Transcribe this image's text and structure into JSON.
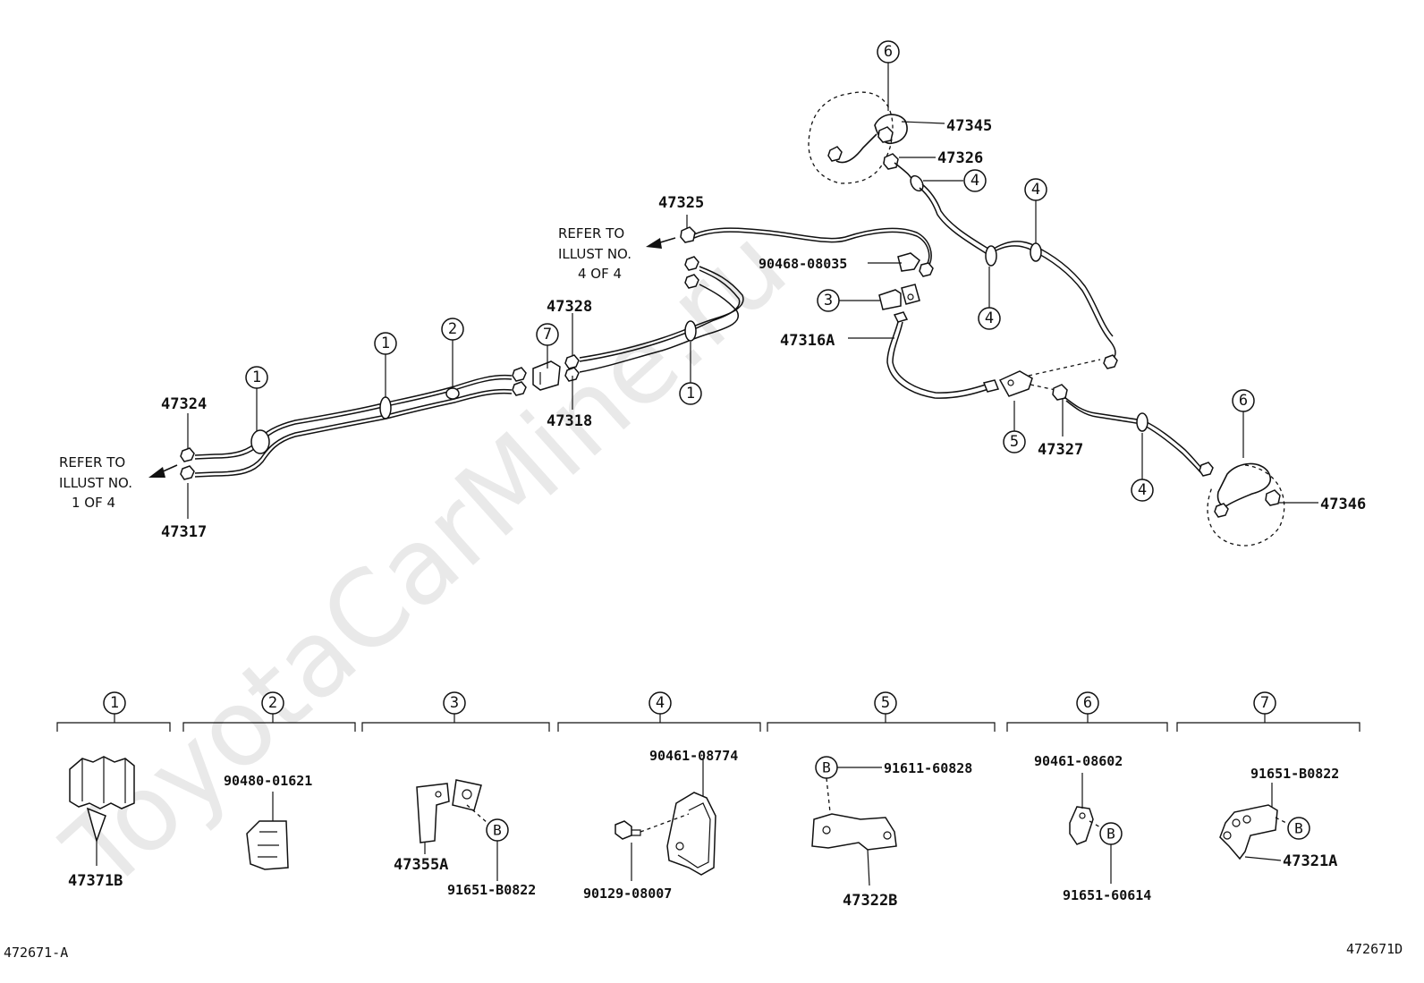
{
  "watermark": "ToyotaCarMine.ru",
  "labels": {
    "p47345": "47345",
    "p47326": "47326",
    "p47325": "47325",
    "p90468_08035": "90468-08035",
    "p47316A": "47316A",
    "p47328": "47328",
    "p47318": "47318",
    "p47324": "47324",
    "p47317": "47317",
    "p47327": "47327",
    "p47346": "47346"
  },
  "refer_notes": {
    "upper": [
      "REFER TO",
      "ILLUST NO.",
      "4  OF  4"
    ],
    "lower": [
      "REFER TO",
      "ILLUST NO.",
      "1  OF  4"
    ]
  },
  "callouts": {
    "c1": "1",
    "c2": "2",
    "c3": "3",
    "c4": "4",
    "c5": "5",
    "c6": "6",
    "c7": "7"
  },
  "legend": [
    {
      "num": "1",
      "parts": [
        "47371B"
      ]
    },
    {
      "num": "2",
      "parts": [
        "90480-01621"
      ]
    },
    {
      "num": "3",
      "parts": [
        "47355A",
        "91651-B0822"
      ]
    },
    {
      "num": "4",
      "parts": [
        "90461-08774",
        "90129-08007"
      ]
    },
    {
      "num": "5",
      "parts": [
        "91611-60828",
        "47322B"
      ]
    },
    {
      "num": "6",
      "parts": [
        "90461-08602",
        "91651-60614"
      ]
    },
    {
      "num": "7",
      "parts": [
        "91651-B0822",
        "47321A"
      ]
    }
  ],
  "b_marker": "B",
  "footer": {
    "left": "472671-A",
    "right": "472671D"
  },
  "icons": {
    "arrow": "refer-arrow-icon",
    "fitting": "flare-nut-icon"
  }
}
